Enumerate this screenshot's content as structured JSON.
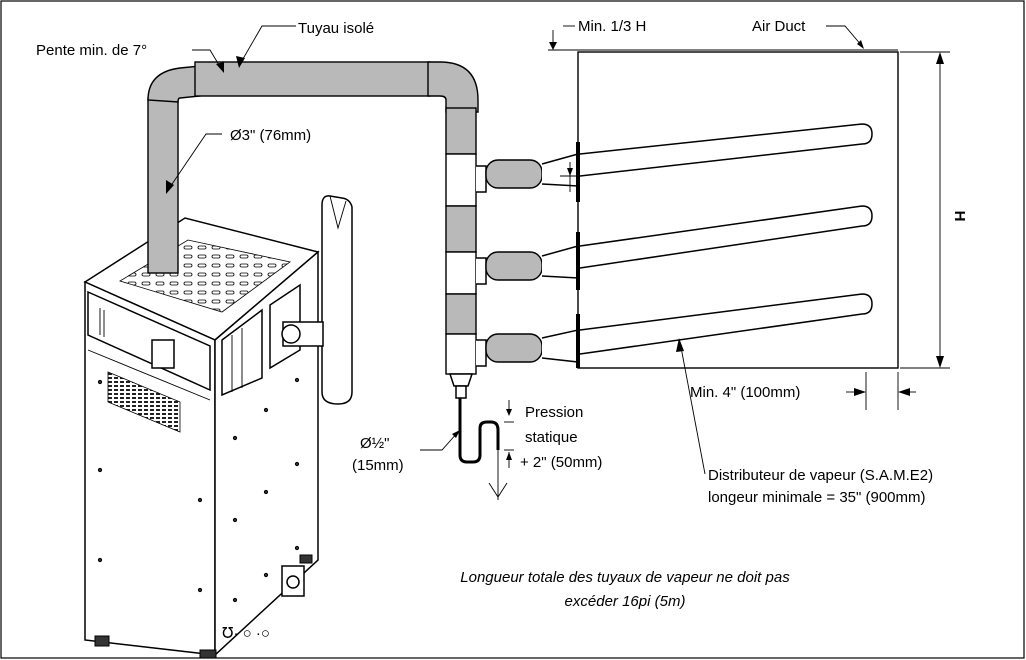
{
  "labels": {
    "slope": "Pente min. de 7°",
    "insulated_pipe": "Tuyau isolé",
    "pipe_diameter": "Ø3\" (76mm)",
    "min_third_h": "Min. 1/3 H",
    "air_duct": "Air Duct",
    "height": "H",
    "pressure_line1": "Pression",
    "pressure_line2": "statique",
    "pressure_line3": "+ 2\" (50mm)",
    "drain_diameter_line1": "Ø½\"",
    "drain_diameter_line2": "(15mm)",
    "min_4in": "Min. 4\" (100mm)",
    "distributor_line1": "Distributeur de vapeur (S.A.M.E2)",
    "distributor_line2": "longeur minimale = 35\" (900mm)",
    "note_line1": "Longueur totale des tuyaux de vapeur ne doit pas",
    "note_line2": "excéder 16pi (5m)"
  },
  "colors": {
    "insulation": "#b9b9b9",
    "line": "#000000",
    "background": "#ffffff"
  }
}
